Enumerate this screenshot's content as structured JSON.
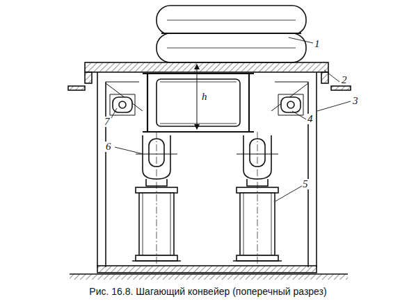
{
  "diagram": {
    "caption": "Рис. 16.8. Шагающий конвейер (поперечный разрез)",
    "labels": [
      "1",
      "2",
      "3",
      "7",
      "4",
      "6",
      "5",
      "h"
    ]
  }
}
